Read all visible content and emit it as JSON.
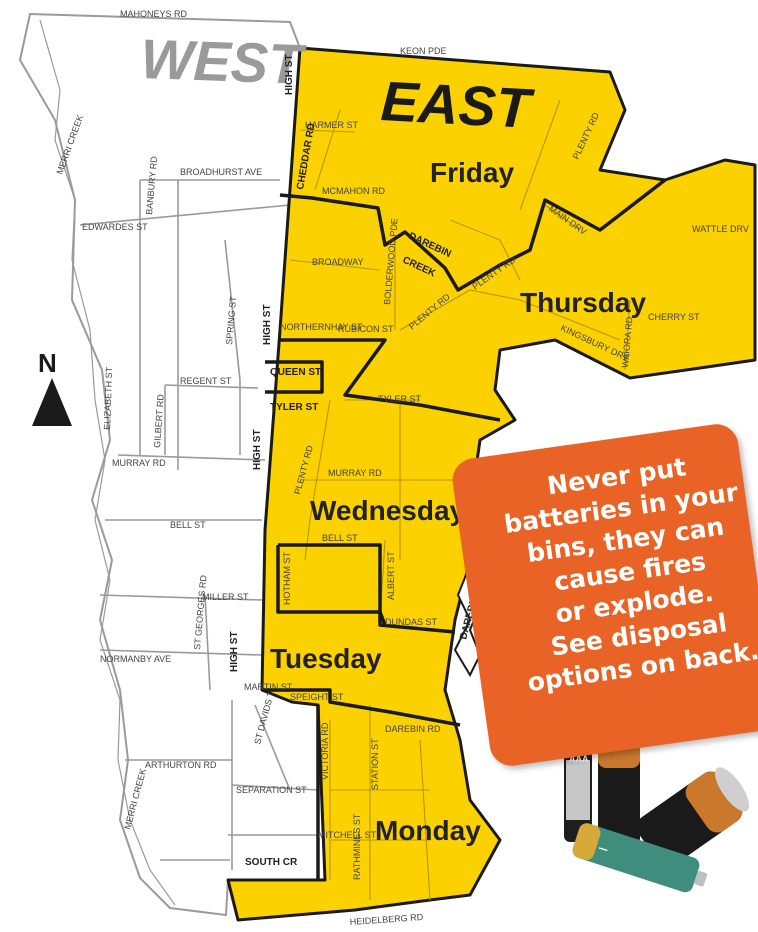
{
  "map": {
    "region_west": "WEST",
    "region_east": "EAST",
    "north_label": "N",
    "days": {
      "friday": "Friday",
      "thursday": "Thursday",
      "wednesday": "Wednesday",
      "tuesday": "Tuesday",
      "monday": "Monday"
    },
    "roads": {
      "mahoneys": "MAHONEYS RD",
      "keon": "KEON PDE",
      "harmer": "HARMER ST",
      "high_top": "HIGH ST",
      "cheddar": "CHEDDAR RD",
      "broadhurst": "BROADHURST AVE",
      "banbury": "BANBURY RD",
      "edwardes": "EDWARDES ST",
      "mcmahon": "MCMAHON RD",
      "broadway": "BROADWAY",
      "darebin_creek_1": "DAREBIN",
      "darebin_creek_2": "CREEK",
      "bolderwood": "BOLDERWOOD PDE",
      "plenty_top": "PLENTY RD",
      "plenty_mid": "PLENTY RD",
      "plenty_lower": "PLENTY RD",
      "plenty_wed": "PLENTY RD",
      "main_drv": "MAIN DRV",
      "wattle": "WATTLE DRV",
      "cherry": "CHERRY ST",
      "kingsbury": "KINGSBURY DRV",
      "waiora": "WAIORA RD",
      "northernhay": "NORTHERNHAY ST",
      "rubicon": "RUBICON ST",
      "high_mid": "HIGH ST",
      "queen": "QUEEN ST",
      "tyler_west": "TYLER ST",
      "tyler_east": "TYLER ST",
      "regent": "REGENT ST",
      "spring": "SPRING ST",
      "elizabeth": "ELIZABETH ST",
      "gilbert": "GILBERT RD",
      "murray_west": "MURRAY RD",
      "murray_east": "MURRAY RD",
      "high_lower": "HIGH ST",
      "bell_west": "BELL ST",
      "bell_east": "BELL ST",
      "miller": "MILLER ST",
      "hotham": "HOTHAM ST",
      "albert": "ALBERT ST",
      "dundas": "DUNDAS ST",
      "darebin_side": "DAREBIN CR",
      "st_georges": "ST GEORGES RD",
      "normanby": "NORMANBY AVE",
      "high_bottom": "HIGH ST",
      "martin": "MARTIN ST",
      "speight": "SPEIGHT ST",
      "darebin_rd": "DAREBIN RD",
      "st_davids": "ST DAVIDS T",
      "arthurton": "ARTHURTON RD",
      "victoria": "VICTORIA RD",
      "station": "STATION ST",
      "separation": "SEPARATION ST",
      "mitchell": "MITCHELL ST",
      "rathmines": "RATHMINES ST",
      "south_cr": "SOUTH CR",
      "heidelberg": "HEIDELBERG RD",
      "merri_top": "MERRI CREEK",
      "merri_bottom": "MERRI CREEK"
    },
    "colors": {
      "zone": "#fbd100",
      "zone_border": "#1a1a1a",
      "west_roads": "#9a9a9a",
      "callout": "#e96326"
    }
  },
  "callout": {
    "lines": [
      "Never put",
      "batteries in your",
      "bins, they can",
      "cause fires",
      "or explode.",
      "See disposal",
      "options on back."
    ]
  },
  "batteries": {
    "aaa_label": "AAA",
    "plus": "+",
    "minus": "−"
  }
}
